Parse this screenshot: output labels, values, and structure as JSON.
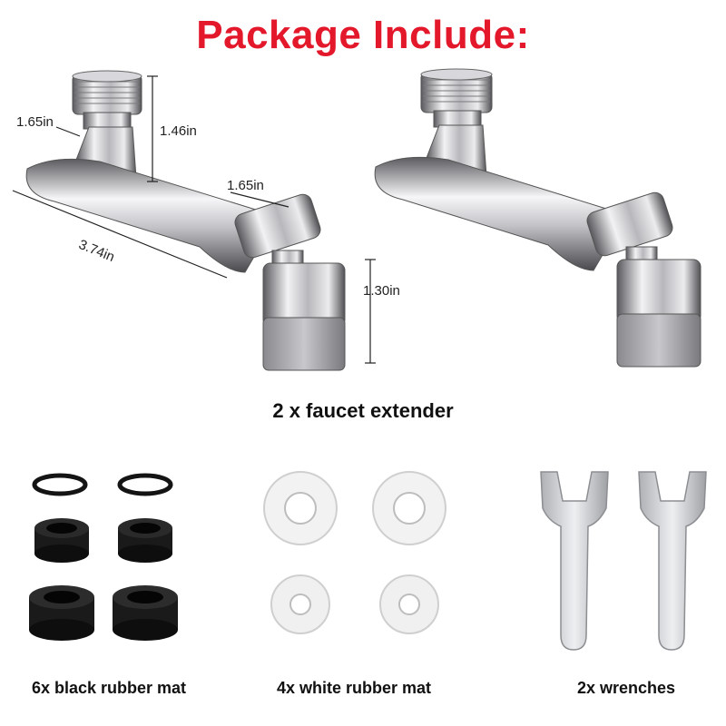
{
  "title": "Package Include:",
  "colors": {
    "title": "#e4182b",
    "chrome_dark": "#6e6e72",
    "chrome_light": "#f4f4f6",
    "rubber_black": "#141414",
    "rubber_white": "#f0f0f0",
    "steel": "#c9cbcf"
  },
  "dimensions": {
    "thread_width": "1.65in",
    "thread_height": "1.46in",
    "elbow_width": "1.65in",
    "arm_length": "3.74in",
    "aerator_height": "1.30in"
  },
  "captions": {
    "faucet": "2 x faucet extender",
    "black_mat": "6x black rubber mat",
    "white_mat": "4x white rubber mat",
    "wrenches": "2x wrenches"
  }
}
